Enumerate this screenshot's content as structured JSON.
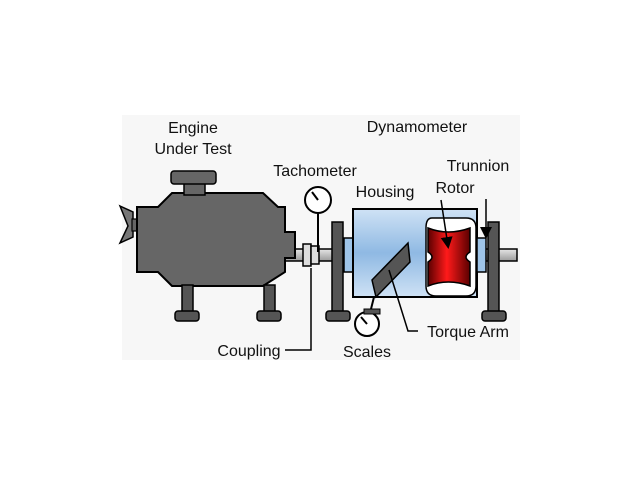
{
  "labels": {
    "engine_line1": "Engine",
    "engine_line2": "Under Test",
    "dynamometer": "Dynamometer",
    "tachometer": "Tachometer",
    "housing": "Housing",
    "trunnion": "Trunnion",
    "rotor": "Rotor",
    "coupling": "Coupling",
    "scales": "Scales",
    "torque_arm": "Torque Arm"
  },
  "colors": {
    "engine": "#666666",
    "housing": "#9ec4e8",
    "rotor": "#cc0000",
    "support": "#555555",
    "shaft": "#bdbdbd",
    "outline": "#000000"
  }
}
